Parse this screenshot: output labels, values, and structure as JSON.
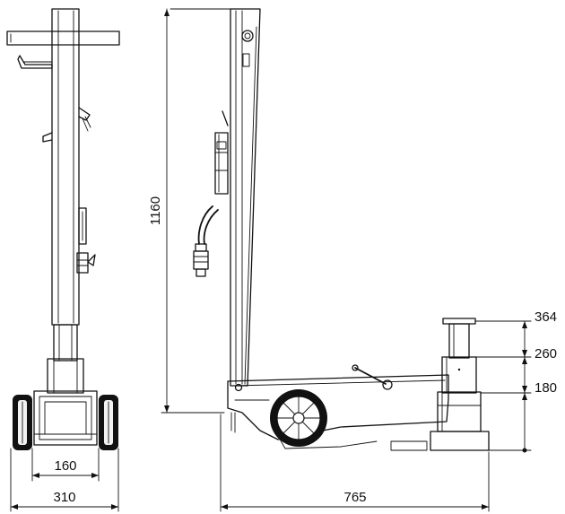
{
  "drawing": {
    "dimensions": {
      "front_wheel_track": "160",
      "front_overall_width": "310",
      "height": "1160",
      "overall_length": "765",
      "lift_stage_3": "364",
      "lift_stage_2": "260",
      "lift_stage_1": "180"
    },
    "colors": {
      "line": "#111111",
      "background": "#ffffff",
      "tyre": "#111111"
    }
  }
}
